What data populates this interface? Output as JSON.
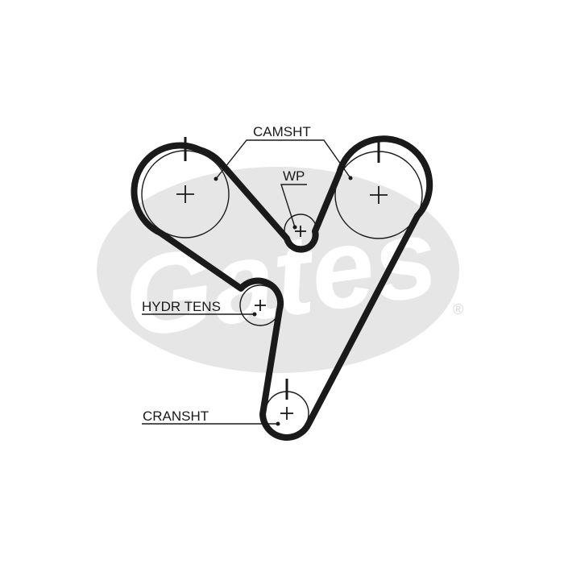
{
  "labels": {
    "camshaft": "CAMSHT",
    "water_pump": "WP",
    "hydraulic_tensioner": "HYDR TENS",
    "crankshaft": "CRANSHT"
  },
  "watermark": {
    "brand": "Gates",
    "registered_mark": "®",
    "color": "#e6e6e6"
  },
  "colors": {
    "line": "#1a1a1a",
    "background": "#ffffff"
  }
}
